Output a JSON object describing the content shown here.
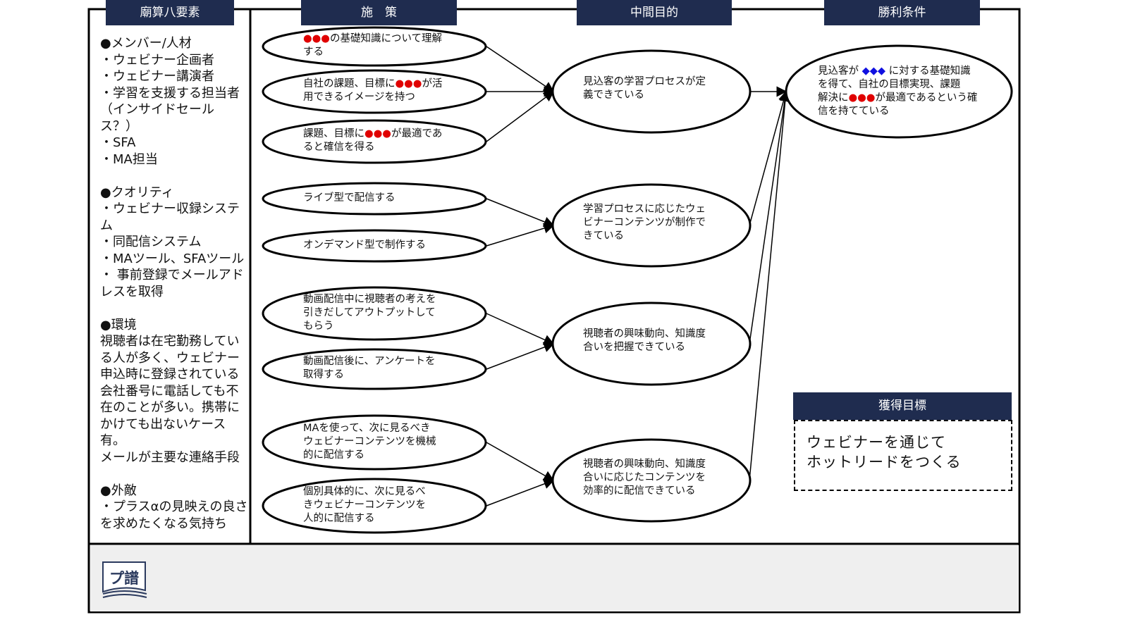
{
  "headers": {
    "factors": "廟算八要素",
    "measures": "施　策",
    "intermediate": "中間目的",
    "victory": "勝利条件",
    "acquisition": "獲得目標"
  },
  "left_panel": "●メンバー/人材\n・ウェビナー企画者\n・ウェビナー講演者\n・学習を支援する担当者（インサイドセールス？）\n・SFA\n・MA担当\n\n●クオリティ\n・ウェビナー収録システム\n・同配信システム\n・MAツール、SFAツール\n・ 事前登録でメールアドレスを取得\n\n●環境\n視聴者は在宅勤務している人が多く、ウェビナー申込時に登録されている会社番号に電話しても不在のことが多い。携帯にかけても出ないケース有。\nメールが主要な連絡手段\n\n●外敵\n・プラスαの見映えの良さを求めたくなる気持ち",
  "measures": [
    "●●●の基礎知識について理解\nする",
    "自社の課題、目標に●●●が活\n用できるイメージを持つ",
    "課題、目標に●●●が最適であ\nると確信を得る",
    "ライブ型で配信する",
    "オンデマンド型で制作する",
    "動画配信中に視聴者の考えを\n引きだしてアウトプットして\nもらう",
    "動画配信後に、アンケートを\n取得する",
    "MAを使って、次に見るべき\nウェビナーコンテンツを機械\n的に配信する",
    "個別具体的に、次に見るべ\nきウェビナーコンテンツを\n人的に配信する"
  ],
  "intermediate": [
    "見込客の学習プロセスが定\n義できている",
    "学習プロセスに応じたウェ\nビナーコンテンツが制作で\nきている",
    "視聴者の興味動向、知識度\n合いを把握できている",
    "視聴者の興味動向、知識度\n合いに応じたコンテンツを\n効率的に配信できている"
  ],
  "victory": "見込客が ◆◆◆ に対する基礎知識\nを得て、自社の目標実現、課題\n解決に●●●が最適であるという確\n信を持てている",
  "acquisition_goal": "ウェビナーを通じて\nホットリードをつくる",
  "logo_text": "プ譜",
  "colors": {
    "header": "#1f2c4f",
    "red": "#e00000",
    "blue": "#1010e0"
  }
}
